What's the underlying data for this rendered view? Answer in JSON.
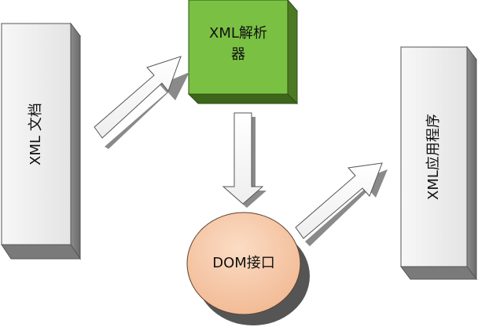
{
  "nodes": {
    "xml_document": {
      "label": "XML 文档"
    },
    "xml_parser": {
      "label_line1": "XML解析",
      "label_line2": "器"
    },
    "dom_interface": {
      "label": "DOM接口"
    },
    "xml_application": {
      "label": "XML应用程序"
    }
  },
  "colors": {
    "parser_fill": "#7ac143",
    "dom_fill": "#f6c9a8",
    "box_fill": "#f2f2f2",
    "outline": "#3a3a3a"
  }
}
